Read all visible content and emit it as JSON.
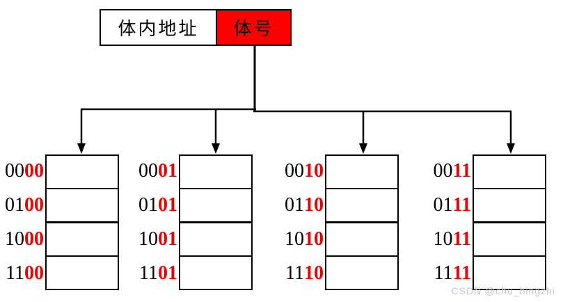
{
  "address_box": {
    "left_label": "体内地址",
    "right_label": "体号"
  },
  "colors": {
    "red": "#ff0000",
    "digit_red": "#ee0000",
    "line": "#000000",
    "watermark_gray": "#c8c8c8",
    "bg": "#ffffff"
  },
  "banks": [
    {
      "name": "bank-00",
      "rows": [
        {
          "prefix": "00",
          "suffix": "00"
        },
        {
          "prefix": "01",
          "suffix": "00"
        },
        {
          "prefix": "10",
          "suffix": "00"
        },
        {
          "prefix": "11",
          "suffix": "00"
        }
      ]
    },
    {
      "name": "bank-01",
      "rows": [
        {
          "prefix": "00",
          "suffix": "01"
        },
        {
          "prefix": "01",
          "suffix": "01"
        },
        {
          "prefix": "10",
          "suffix": "01"
        },
        {
          "prefix": "11",
          "suffix": "01"
        }
      ]
    },
    {
      "name": "bank-10",
      "rows": [
        {
          "prefix": "00",
          "suffix": "10"
        },
        {
          "prefix": "01",
          "suffix": "10"
        },
        {
          "prefix": "10",
          "suffix": "10"
        },
        {
          "prefix": "11",
          "suffix": "10"
        }
      ]
    },
    {
      "name": "bank-11",
      "rows": [
        {
          "prefix": "00",
          "suffix": "11"
        },
        {
          "prefix": "01",
          "suffix": "11"
        },
        {
          "prefix": "10",
          "suffix": "11"
        },
        {
          "prefix": "11",
          "suffix": "11"
        }
      ]
    }
  ],
  "watermark": "CSDN @chu_bingzhi"
}
